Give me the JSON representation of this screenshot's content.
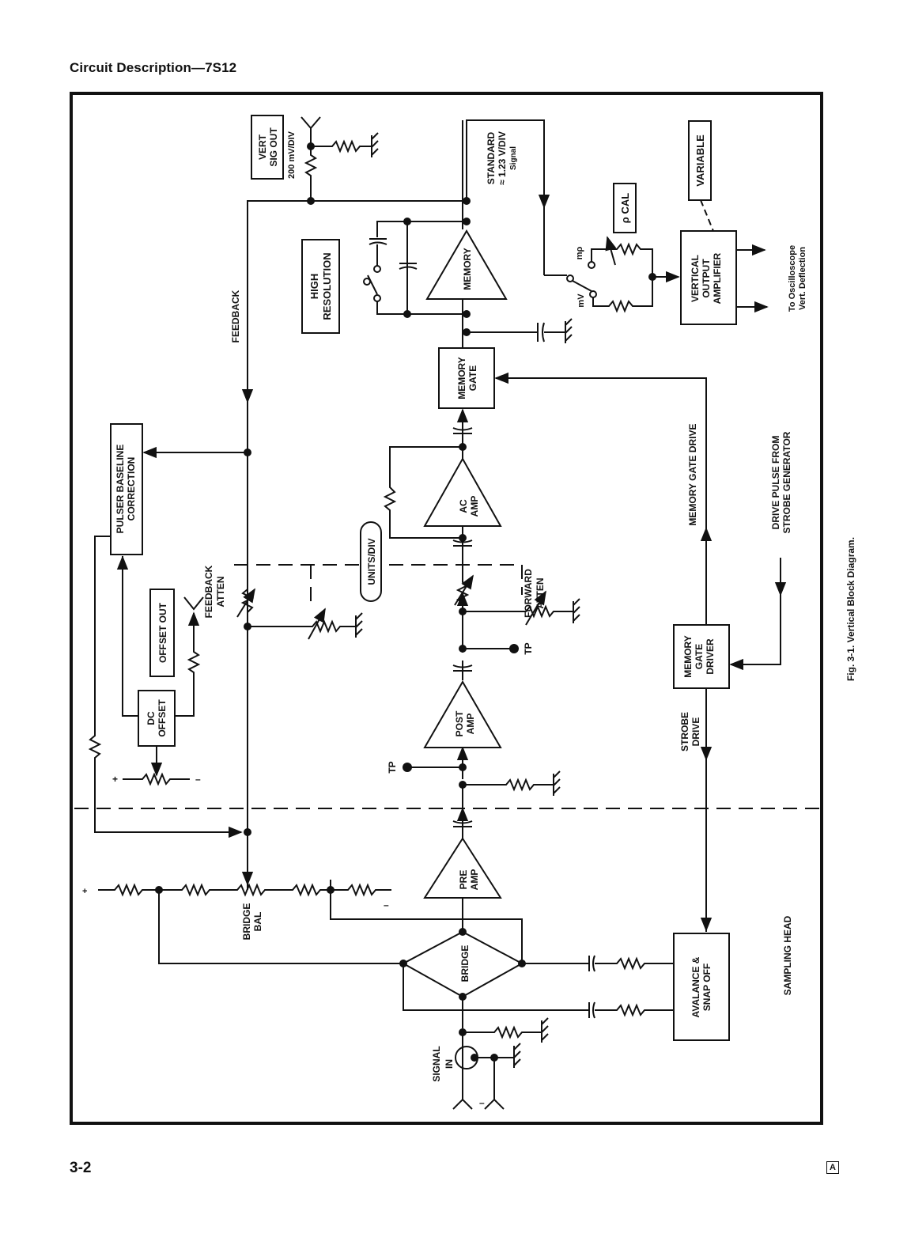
{
  "page": {
    "header": "Circuit Description—7S12",
    "page_number": "3-2",
    "revision_mark": "A",
    "figure_caption": "Fig. 3-1.  Vertical Block Diagram."
  },
  "diagram": {
    "blocks": {
      "vert_sig_out": [
        "VERT",
        "SIG OUT"
      ],
      "high_resolution": [
        "HIGH",
        "RESOLUTION"
      ],
      "memory_amp": "MEMORY",
      "memory_gate": [
        "MEMORY",
        "GATE"
      ],
      "ac_amp": [
        "AC",
        "AMP"
      ],
      "post_amp": [
        "POST",
        "AMP"
      ],
      "pre_amp": [
        "PRE",
        "AMP"
      ],
      "bridge": "BRIDGE",
      "pulser_baseline": [
        "PULSER BASELINE",
        "CORRECTION"
      ],
      "offset_out": "OFFSET OUT",
      "dc_offset": [
        "DC",
        "OFFSET"
      ],
      "rho_cal": "ρ CAL",
      "variable": "VARIABLE",
      "vertical_output_amp": [
        "VERTICAL",
        "OUTPUT",
        "AMPLIFIER"
      ],
      "memory_gate_driver": [
        "MEMORY",
        "GATE",
        "DRIVER"
      ],
      "avalanche": [
        "AVALANCE &",
        "SNAP OFF"
      ],
      "units_div": "UNITS/DIV"
    },
    "labels": {
      "vert_out_scale": "200 mV/DIV",
      "standard": [
        "STANDARD",
        "≈ 1.23 V/DIV",
        "Signal"
      ],
      "feedback": "FEEDBACK",
      "feedback_atten": [
        "FEEDBACK",
        "ATTEN"
      ],
      "forward_atten": [
        "FORWARD",
        "ATTEN"
      ],
      "tp_upper": "TP",
      "tp_lower": "TP",
      "m_rho": "mρ",
      "mv": "mV",
      "to_scope": [
        "To Oscilloscope",
        "Vert. Deflection"
      ],
      "memory_gate_drive": "MEMORY GATE DRIVE",
      "drive_pulse": [
        "DRIVE PULSE FROM",
        "STROBE GENERATOR"
      ],
      "strobe_drive": [
        "STROBE",
        "DRIVE"
      ],
      "bridge_bal": [
        "BRIDGE",
        "BAL"
      ],
      "sampling_head": "SAMPLING HEAD",
      "signal_in": [
        "SIGNAL",
        "IN"
      ],
      "plus": "+",
      "minus": "–"
    }
  }
}
